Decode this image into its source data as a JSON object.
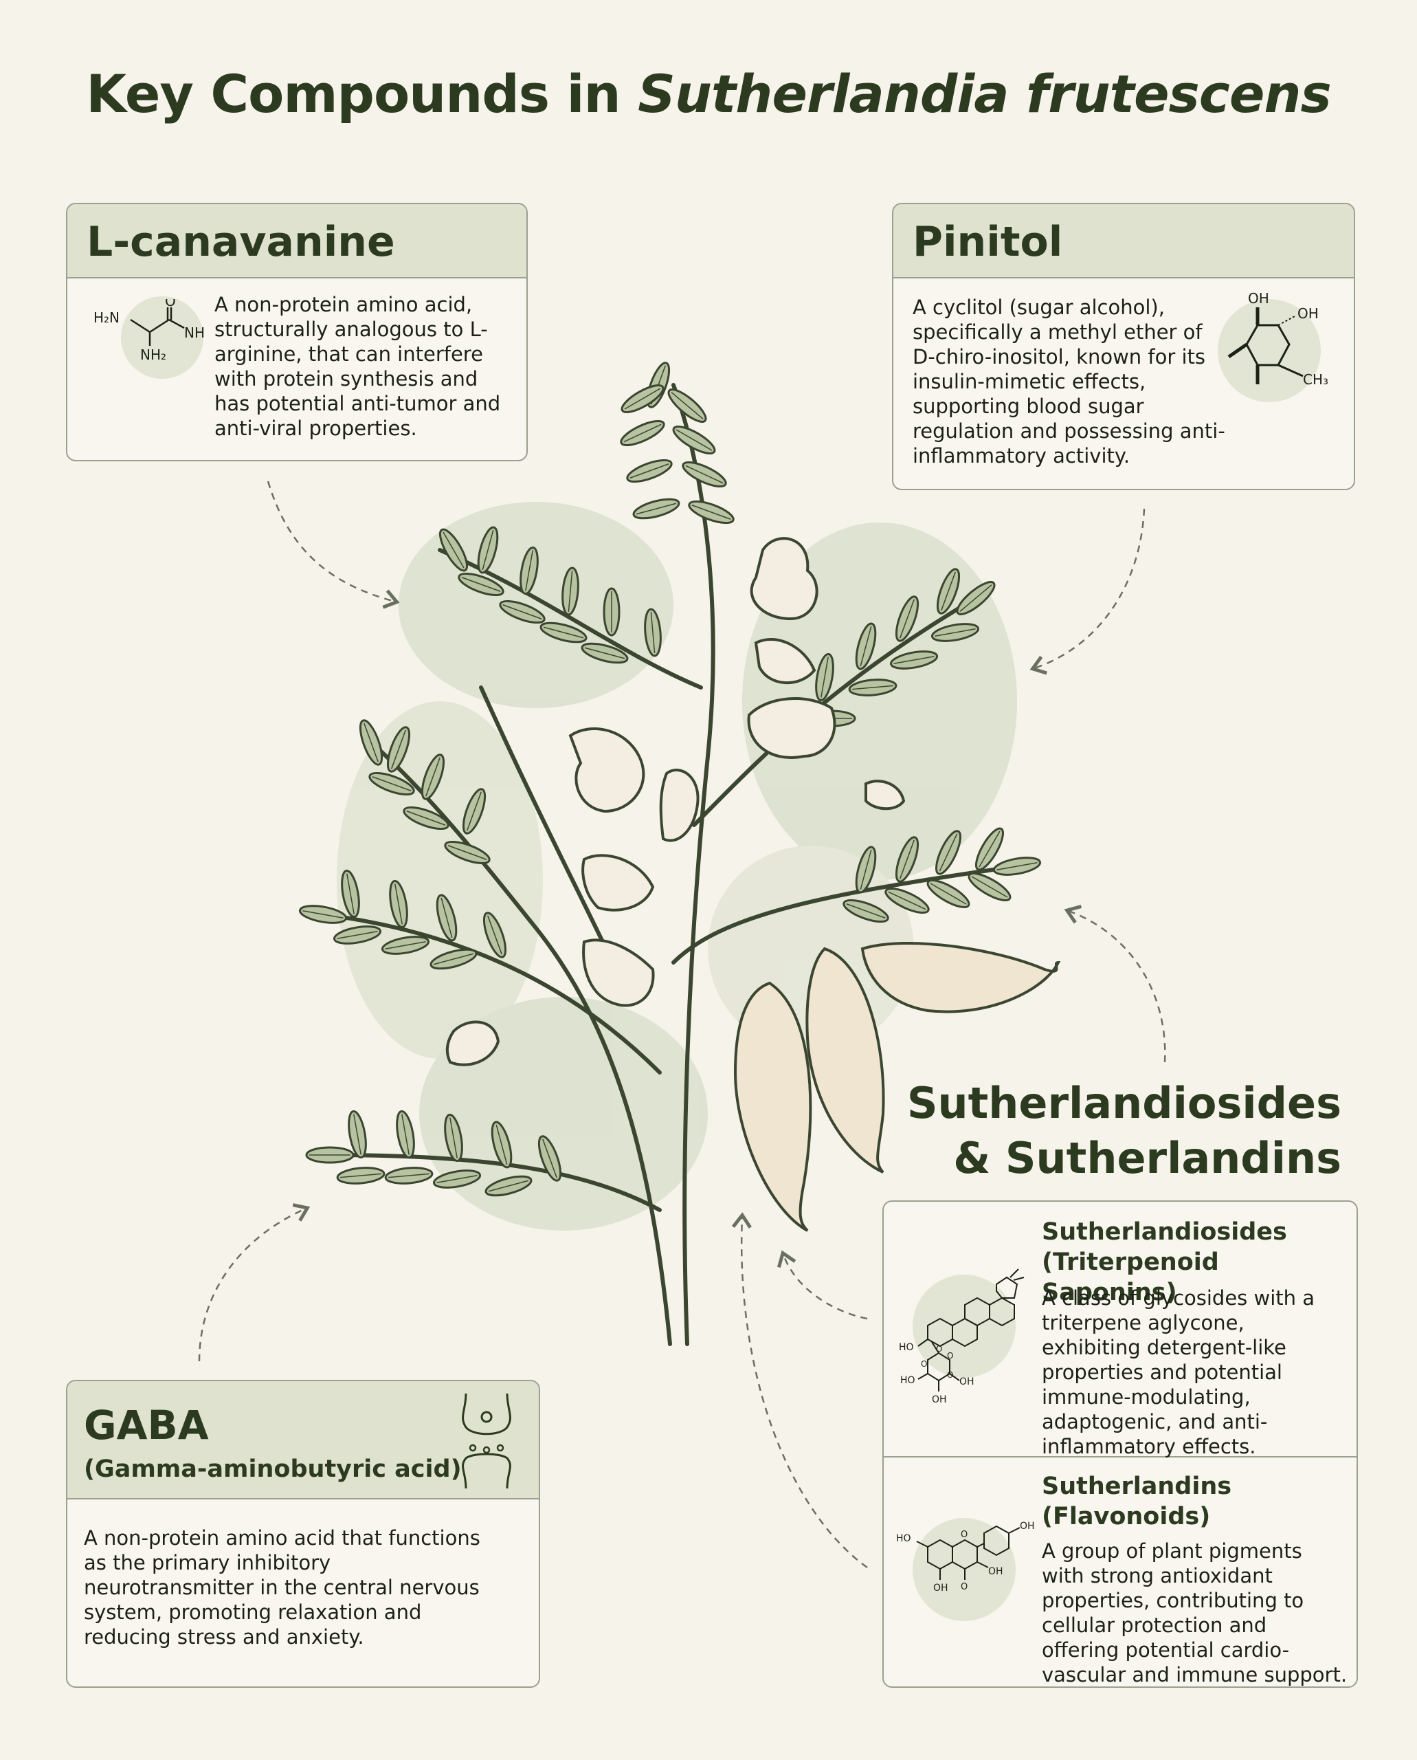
{
  "title": {
    "main": "Key Compounds in ",
    "italic": "Sutherlandia frutescens"
  },
  "lcanavanine": {
    "heading": "L-canavanine",
    "description": "A non-protein amino acid, structurally analogous to L-arginine, that can interfere with protein synthesis and has potential anti-tumor and anti-viral properties.",
    "structure_labels": {
      "o": "O",
      "h2n": "H₂N",
      "nh": "NH",
      "nh2": "NH₂"
    }
  },
  "pinitol": {
    "heading": "Pinitol",
    "description": "A cyclitol (sugar alcohol), specifically a methyl ether of D-chiro-inositol, known for its insulin-mimetic effects, supporting blood sugar regulation and possessing anti-inflammatory activity.",
    "structure_labels": {
      "oh1": "OH",
      "oh2": "OH",
      "ch3": "CH₃"
    }
  },
  "gaba": {
    "heading": "GABA",
    "subheading": "(Gamma-aminobutyric acid)",
    "description": "A non-protein amino acid that functions as the primary inhibitory neurotransmitter in the central nervous system, promoting relaxation and reducing stress and anxiety."
  },
  "sutherlandiosides_group": {
    "heading_line1": "Sutherlandiosides",
    "heading_line2": "& Sutherlandins",
    "sutherlandiosides": {
      "title_line1": "Sutherlandiosides",
      "title_line2": "(Triterpenoid Saponins)",
      "description": "A class of glycosides with a triterpene aglycone, exhibiting detergent-like properties and potential immune-modulating, adaptogenic, and anti-inflammatory effects.",
      "structure_labels": {
        "ho1": "HO",
        "ho2": "HO",
        "oh1": "OH",
        "oh2": "OH",
        "o1": "O",
        "o2": "O",
        "o3": "O",
        "o4": "O"
      }
    },
    "sutherlandins": {
      "title_line1": "Sutherlandins",
      "title_line2": "(Flavonoids)",
      "description": "A group of plant pigments with strong antioxidant properties, contributing to cellular protection and offering potential cardio-vascular and immune support.",
      "structure_labels": {
        "ho": "HO",
        "oh_top": "OH",
        "oh_mid": "OH",
        "oh_bot": "OH",
        "o_ring": "O",
        "o_keto": "O"
      }
    }
  },
  "colors": {
    "background": "#f6f3ea",
    "title": "#2c3a20",
    "card_header": "#dfe2cf",
    "card_border": "#9aa190",
    "leaf": "#b7c2a1",
    "flower": "#f5efe3",
    "pod": "#efe6d2",
    "line": "#3b4630"
  }
}
